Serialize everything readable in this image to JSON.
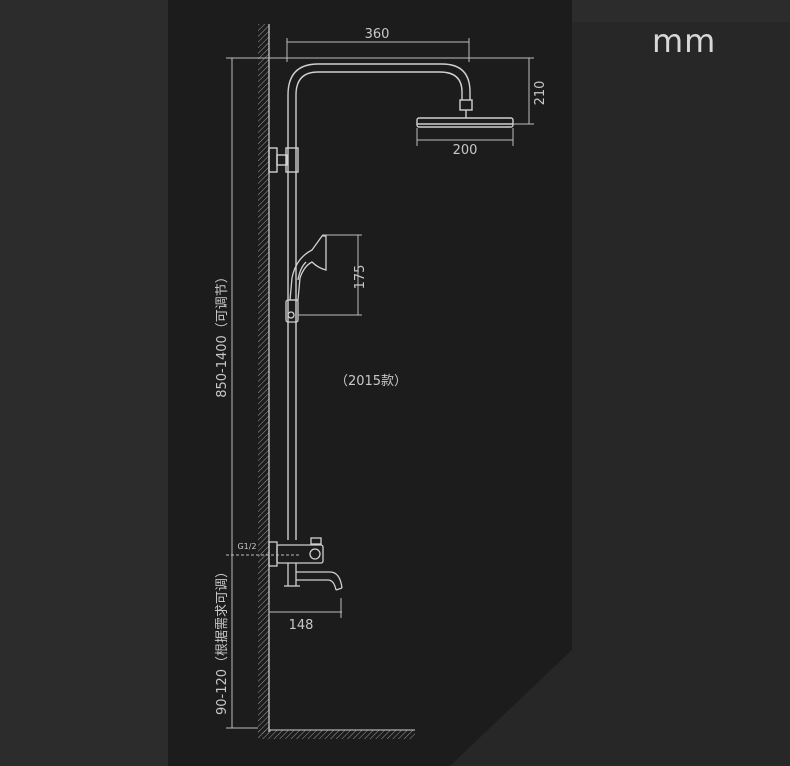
{
  "unit_label": "mm",
  "dimensions": {
    "arm_reach": "360",
    "head_drop": "210",
    "head_width": "200",
    "handheld_height": "175",
    "total_height": "850-1400（可调节）",
    "spout_reach": "148",
    "inlet_spacing": "90-120（根据需求可调）"
  },
  "inlet_thread": "G1/2",
  "model_note": "（2015款）",
  "colors": {
    "background": "#2a2a2a",
    "panel_left": "#1c1c1c",
    "panel_right": "#262626",
    "line": "#d0d0d0",
    "text": "#c8c8c8"
  }
}
